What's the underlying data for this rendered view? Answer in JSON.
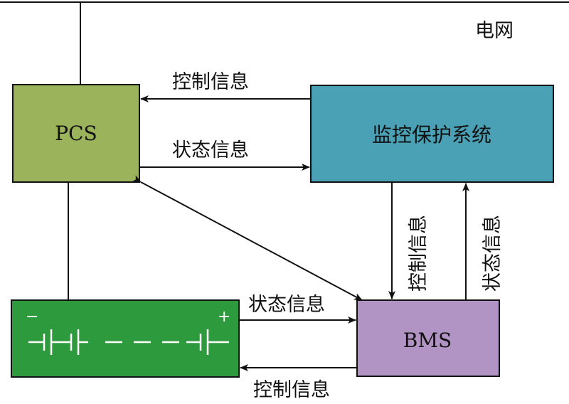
{
  "grid": {
    "label": "电网"
  },
  "nodes": {
    "pcs": {
      "label": "PCS",
      "color": "#9bb35a"
    },
    "monitor": {
      "label": "监控保护系统",
      "color": "#4aa0b5"
    },
    "bms": {
      "label": "BMS",
      "color": "#b193c4"
    },
    "battery": {
      "color": "#2e9a3e",
      "minus": "−",
      "plus": "+"
    }
  },
  "edges": {
    "monitor_to_pcs": "控制信息",
    "pcs_to_monitor": "状态信息",
    "monitor_to_bms": "控制信息",
    "bms_to_monitor": "状态信息",
    "battery_to_bms": "状态信息",
    "bms_to_battery": "控制信息"
  }
}
